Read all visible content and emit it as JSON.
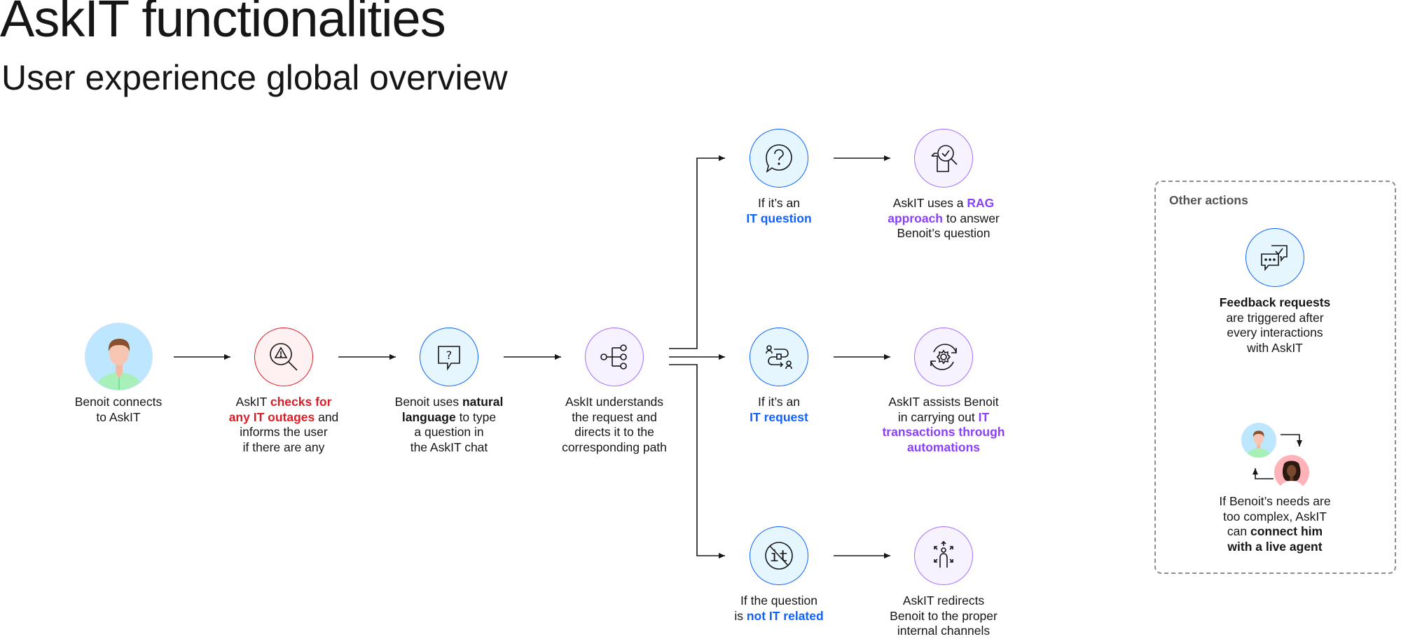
{
  "header": {
    "title": "AskIT functionalities",
    "subtitle": "User experience global overview"
  },
  "steps": {
    "connect": {
      "p1": "Benoit connects",
      "p2": "to AskIT"
    },
    "outages": {
      "p1": "AskIT ",
      "h1": "checks for",
      "h2": "any IT outages",
      "p2": " and",
      "p3": "informs the user",
      "p4": "if there are any"
    },
    "natural": {
      "p1": "Benoit uses ",
      "b1": "natural",
      "b2": "language",
      "p2": " to type",
      "p3": "a question in",
      "p4": "the AskIT chat"
    },
    "understand": {
      "p1": "AskIt understands",
      "p2": "the request and",
      "p3": "directs it to the",
      "p4": "corresponding path"
    }
  },
  "branches": {
    "question": {
      "p1": "If it’s an",
      "h1": "IT question"
    },
    "rag": {
      "p1": "AskIT uses a ",
      "h1": "RAG",
      "h2": "approach",
      "p2": " to answer",
      "p3": "Benoit’s question"
    },
    "request": {
      "p1": "If it’s an",
      "h1": "IT request"
    },
    "assist": {
      "p1": "AskIT assists Benoit",
      "p2": "in carrying out ",
      "h1": "IT",
      "h2": "transactions through",
      "h3": "automations"
    },
    "not_it": {
      "p1": "If the question",
      "p2": "is ",
      "h1": "not IT related"
    },
    "redirect": {
      "p1": "AskIT redirects",
      "p2": "Benoit to the proper",
      "p3": "internal channels"
    }
  },
  "other_actions": {
    "title": "Other actions",
    "feedback": {
      "b1": "Feedback requests",
      "p1": "are triggered after",
      "p2": "every interactions",
      "p3": "with AskIT"
    },
    "agent": {
      "p1": "If Benoit’s needs are",
      "p2": "too complex, AskIT",
      "p3": "can ",
      "b1": "connect him",
      "b2": "with a live agent"
    }
  },
  "icons": {
    "user": "benoit-avatar",
    "outage": "warning-magnifier-icon",
    "chat": "chat-question-icon",
    "routing": "decision-tree-icon",
    "question": "question-mark-icon",
    "rag": "document-search-check-icon",
    "request": "workflow-icon",
    "automation": "gear-automation-icon",
    "not_it": "not-it-icon",
    "redirect": "person-directions-icon",
    "feedback": "chat-feedback-icon",
    "live_agent": "live-agent-avatars"
  },
  "colors": {
    "blue": "#0f62fe",
    "purple": "#8a3ffc",
    "red": "#da1e28",
    "text": "#161616"
  }
}
